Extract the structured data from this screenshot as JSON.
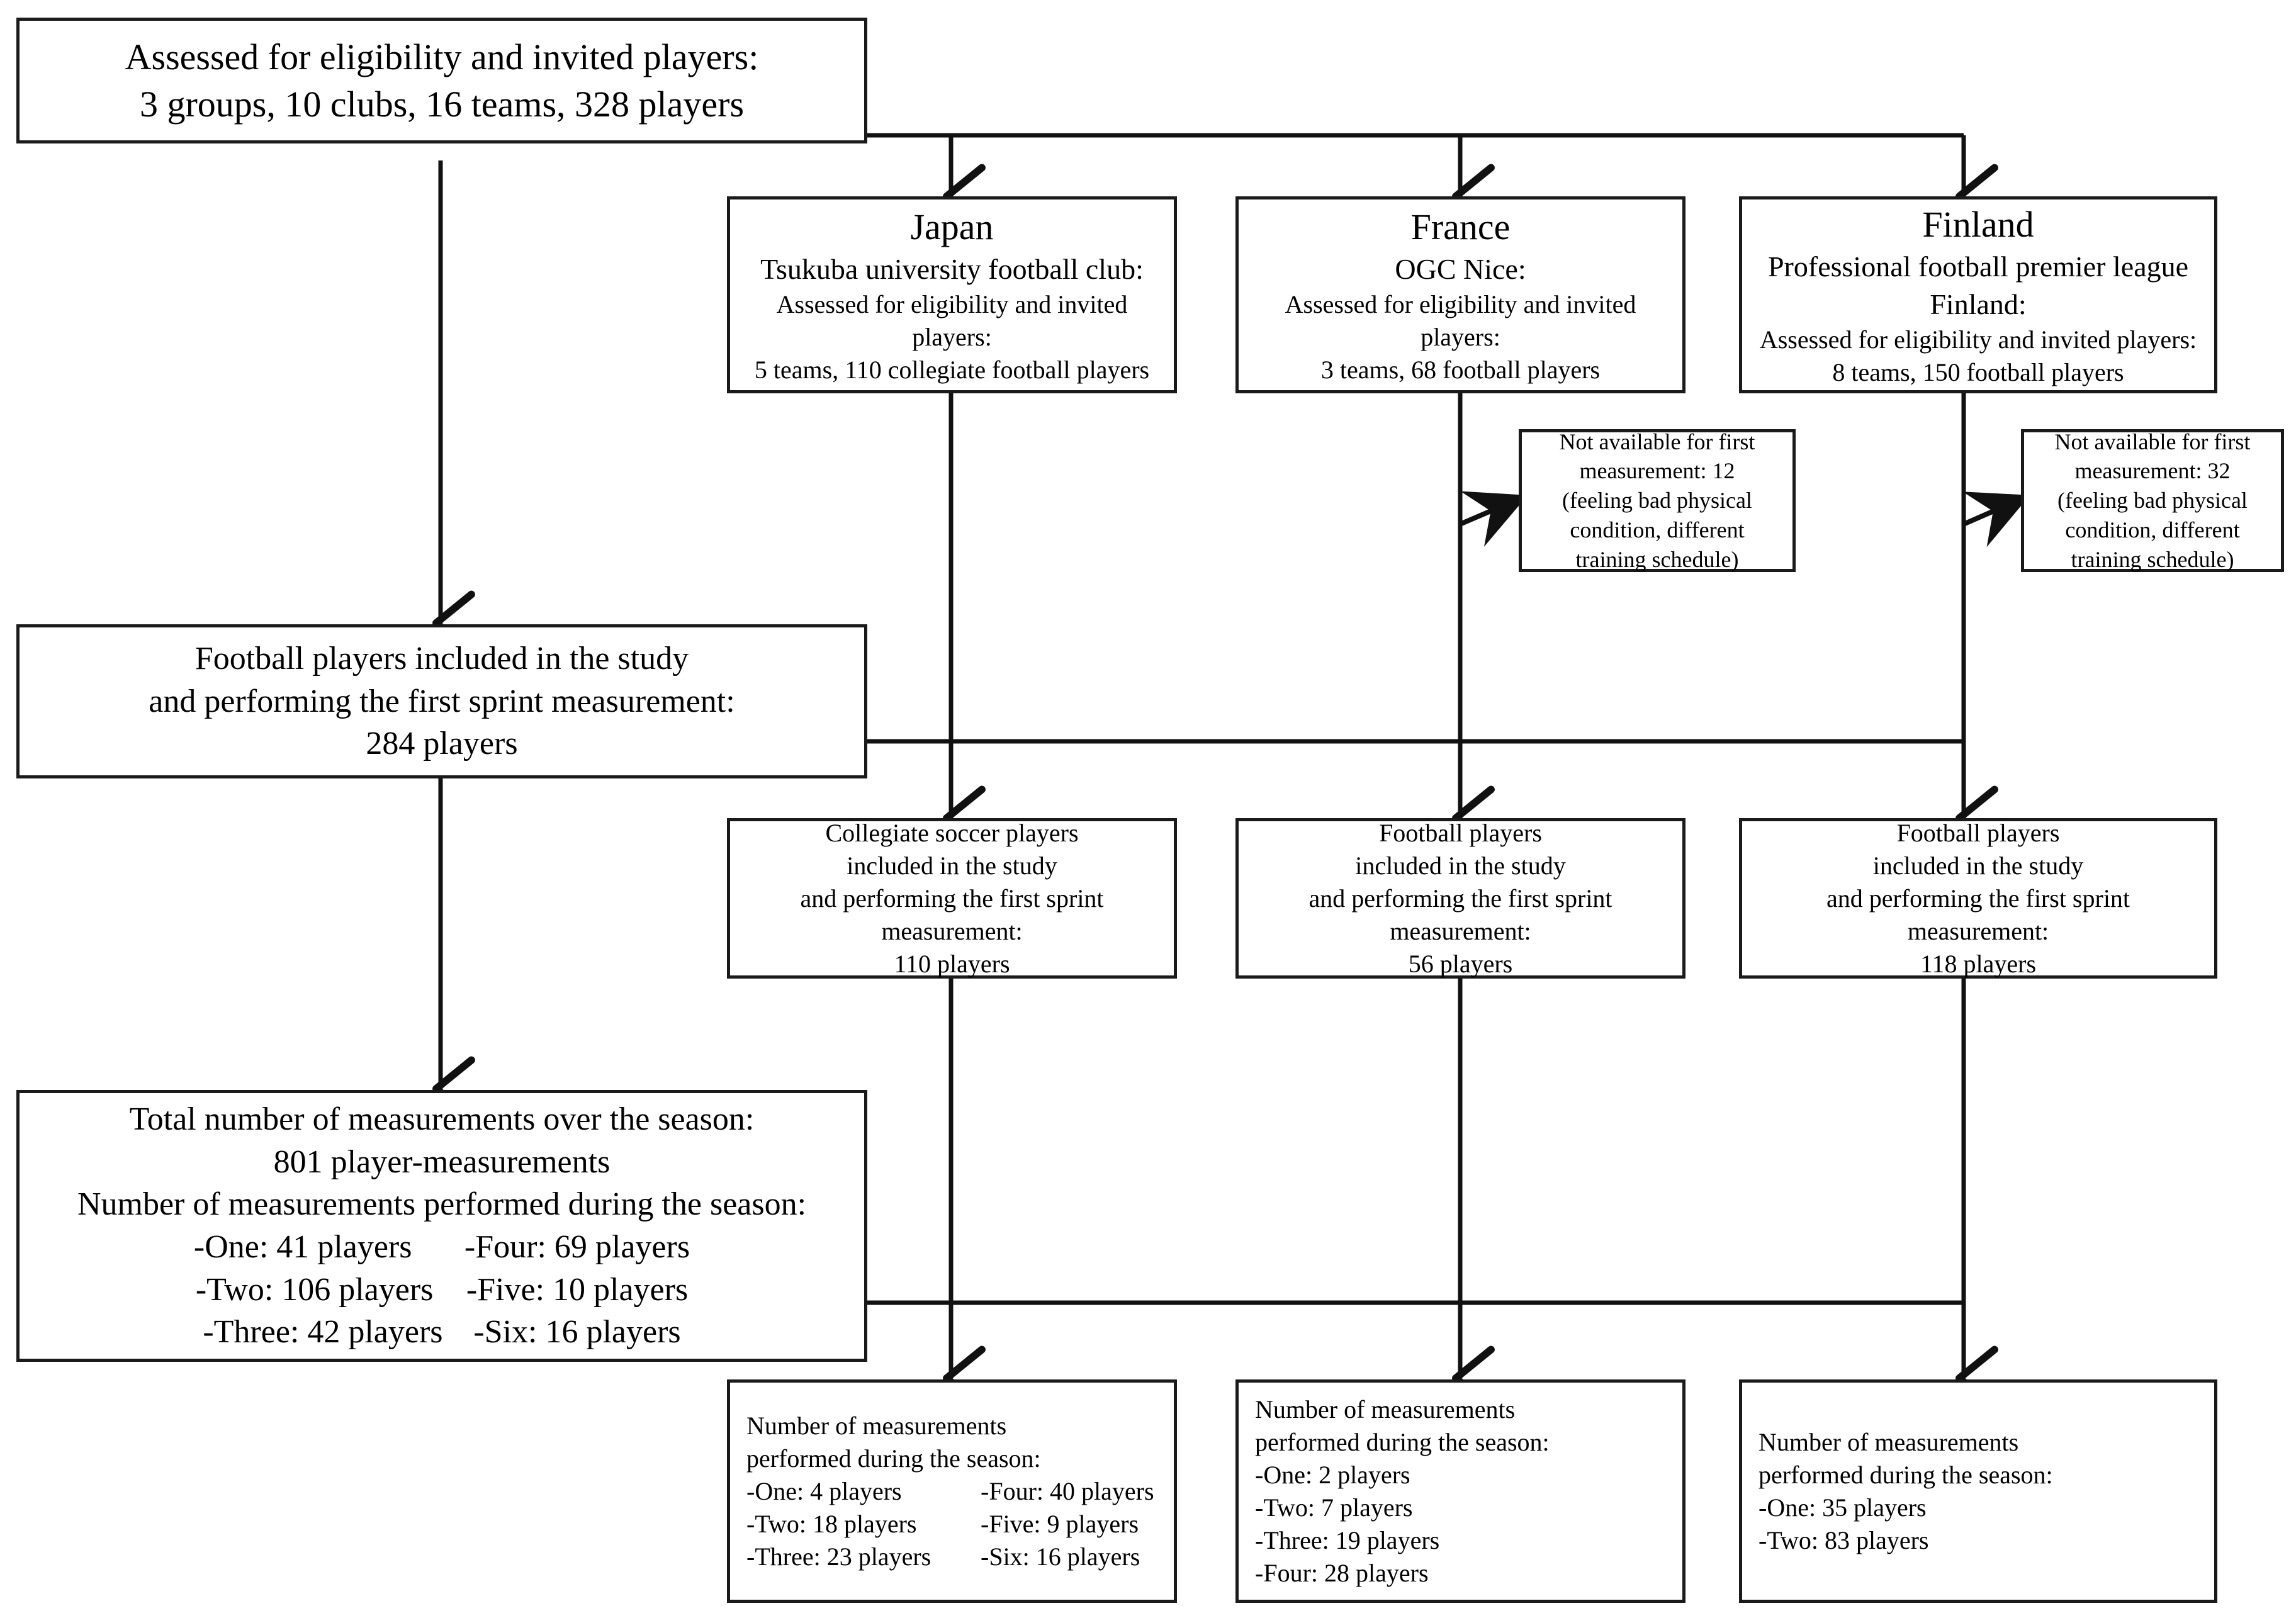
{
  "diagram": {
    "type": "study-flow-diagram",
    "title": "Participant flow diagram",
    "colors": {
      "stroke": "#1a1a1a",
      "background": "#ffffff",
      "text": "#000000"
    }
  },
  "nodes": {
    "enrollment": {
      "name": "assessed-for-eligibility",
      "lines": [
        "Assessed for eligibility and invited players:",
        "3 groups, 10 clubs, 16 teams, 328 players"
      ]
    },
    "japan": {
      "name": "japan-cohort",
      "heading": "Japan",
      "lines": [
        "Tsukuba university football club:",
        "Assessed for eligibility and invited",
        "players:",
        "5 teams, 110 collegiate football players"
      ]
    },
    "france": {
      "name": "france-cohort",
      "heading": "France",
      "lines": [
        "OGC Nice:",
        "Assessed for eligibility and invited",
        "players:",
        "3 teams, 68 football players"
      ]
    },
    "finland": {
      "name": "finland-cohort",
      "heading": "Finland",
      "lines": [
        "Professional football premier league",
        "Finland:",
        "Assessed for eligibility and invited players:",
        "8 teams, 150 football players"
      ]
    },
    "excluded_france": {
      "name": "france-not-available",
      "lines": [
        "Not available for first",
        "measurement: 12",
        "(feeling bad physical",
        "condition, different",
        "training schedule)"
      ]
    },
    "excluded_finland": {
      "name": "finland-not-available",
      "lines": [
        "Not available for first",
        "measurement: 32",
        "(feeling bad physical",
        "condition, different",
        "training schedule)"
      ]
    },
    "included_total": {
      "name": "included-total",
      "lines": [
        "Football players included in the study",
        "and performing the first sprint measurement:",
        "284 players"
      ]
    },
    "included_japan": {
      "name": "included-japan",
      "lines": [
        "Collegiate soccer players",
        "included in the study",
        "and performing the first sprint",
        "measurement:",
        "110 players"
      ]
    },
    "included_france": {
      "name": "included-france",
      "lines": [
        "Football players",
        "included in the study",
        "and performing the first sprint",
        "measurement:",
        "56 players"
      ]
    },
    "included_finland": {
      "name": "included-finland",
      "lines": [
        "Football players",
        "included in the study",
        "and performing the first sprint",
        "measurement:",
        "118 players"
      ]
    },
    "measurements_total": {
      "name": "measurements-total",
      "line1": "Total number of measurements over the season:",
      "line2": "801 player-measurements",
      "line3": "Number of measurements performed during the season:",
      "rows": [
        {
          "left": "-One: 41 players",
          "right": "-Four: 69 players"
        },
        {
          "left": "-Two: 106 players",
          "right": "-Five: 10 players"
        },
        {
          "left": "-Three: 42 players",
          "right": "-Six: 16 players"
        }
      ]
    },
    "measurements_japan": {
      "name": "measurements-japan",
      "heading1": "Number of measurements",
      "heading2": "performed during the season:",
      "rows": [
        {
          "left": "-One: 4 players",
          "right": "-Four: 40 players"
        },
        {
          "left": "-Two: 18 players",
          "right": "-Five: 9 players"
        },
        {
          "left": "-Three: 23 players",
          "right": "-Six: 16 players"
        }
      ]
    },
    "measurements_france": {
      "name": "measurements-france",
      "heading1": "Number of measurements",
      "heading2": "performed during the season:",
      "lines": [
        "-One: 2 players",
        "-Two: 7 players",
        "-Three: 19 players",
        "-Four: 28 players"
      ]
    },
    "measurements_finland": {
      "name": "measurements-finland",
      "heading1": "Number of measurements",
      "heading2": "performed during the season:",
      "lines": [
        "-One: 35 players",
        "-Two: 83 players"
      ]
    }
  },
  "chart_data": {
    "type": "flow",
    "title": "Participant flow through the study",
    "stages": [
      {
        "stage": "Assessed for eligibility and invited",
        "total_groups": 3,
        "total_clubs": 10,
        "total_teams": 16,
        "total_players": 328,
        "by_country": [
          {
            "country": "Japan",
            "club": "Tsukuba university football club",
            "teams": 5,
            "players": 110
          },
          {
            "country": "France",
            "club": "OGC Nice",
            "teams": 3,
            "players": 68
          },
          {
            "country": "Finland",
            "club": "Professional football premier league Finland",
            "teams": 8,
            "players": 150
          }
        ]
      },
      {
        "stage": "Not available for first measurement",
        "reason": "feeling bad physical condition, different training schedule",
        "by_country": [
          {
            "country": "Japan",
            "excluded": 0
          },
          {
            "country": "France",
            "excluded": 12
          },
          {
            "country": "Finland",
            "excluded": 32
          }
        ]
      },
      {
        "stage": "Included in the study and performing the first sprint measurement",
        "total_players": 284,
        "by_country": [
          {
            "country": "Japan",
            "players": 110
          },
          {
            "country": "France",
            "players": 56
          },
          {
            "country": "Finland",
            "players": 118
          }
        ]
      },
      {
        "stage": "Measurements over the season",
        "total_player_measurements": 801,
        "measurement_count_distribution_total": {
          "One": 41,
          "Two": 106,
          "Three": 42,
          "Four": 69,
          "Five": 10,
          "Six": 16
        },
        "by_country": [
          {
            "country": "Japan",
            "One": 4,
            "Two": 18,
            "Three": 23,
            "Four": 40,
            "Five": 9,
            "Six": 16
          },
          {
            "country": "France",
            "One": 2,
            "Two": 7,
            "Three": 19,
            "Four": 28
          },
          {
            "country": "Finland",
            "One": 35,
            "Two": 83
          }
        ]
      }
    ]
  }
}
